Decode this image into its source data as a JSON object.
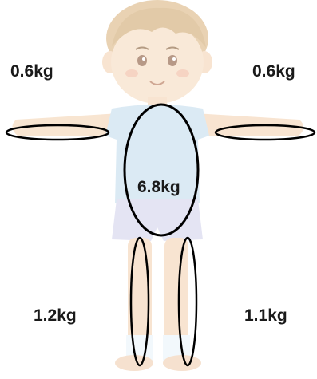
{
  "segments": {
    "left_arm": {
      "value": "0.6kg"
    },
    "right_arm": {
      "value": "0.6kg"
    },
    "trunk": {
      "value": "6.8kg"
    },
    "left_leg": {
      "value": "1.2kg"
    },
    "right_leg": {
      "value": "1.1kg"
    }
  },
  "colors": {
    "skin": "#f6dcc2",
    "hair": "#d9b98c",
    "shirt": "#cfe4f1",
    "shorts": "#dcdcf0",
    "outline": "#000000",
    "text": "#1a1a1a"
  }
}
